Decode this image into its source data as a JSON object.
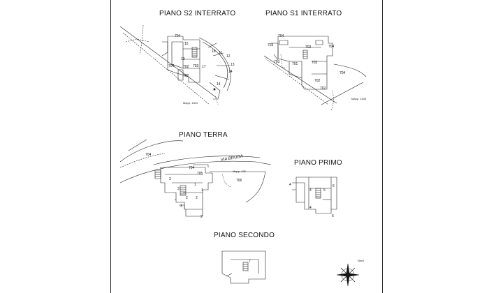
{
  "titles": {
    "s2": "PIANO S2 INTERRATO",
    "s1": "PIANO S1 INTERRATO",
    "terra": "PIANO TERRA",
    "primo": "PIANO PRIMO",
    "secondo": "PIANO SECONDO"
  },
  "mapp": {
    "s2": "Mapp. 1301",
    "s1": "Mapp. 1303",
    "terra": "Mapp. 102"
  },
  "street": "VIA BRUGA",
  "north": "Nord",
  "labels": {
    "s2": [
      "704",
      "15",
      "10",
      "702",
      "703",
      "11",
      "12",
      "13",
      "14",
      "704",
      "702",
      "17",
      "16",
      "14"
    ],
    "s1": [
      "704",
      "703",
      "703",
      "702",
      "701",
      "704",
      "702",
      "702",
      "704",
      "702"
    ],
    "terra": [
      "704",
      "704",
      "705",
      "3",
      "3",
      "1",
      "1",
      "2",
      "2",
      "3",
      "2",
      "706"
    ],
    "primo": [
      "4",
      "4",
      "5",
      "6",
      "4",
      "6"
    ],
    "secondo": [
      "7"
    ]
  }
}
